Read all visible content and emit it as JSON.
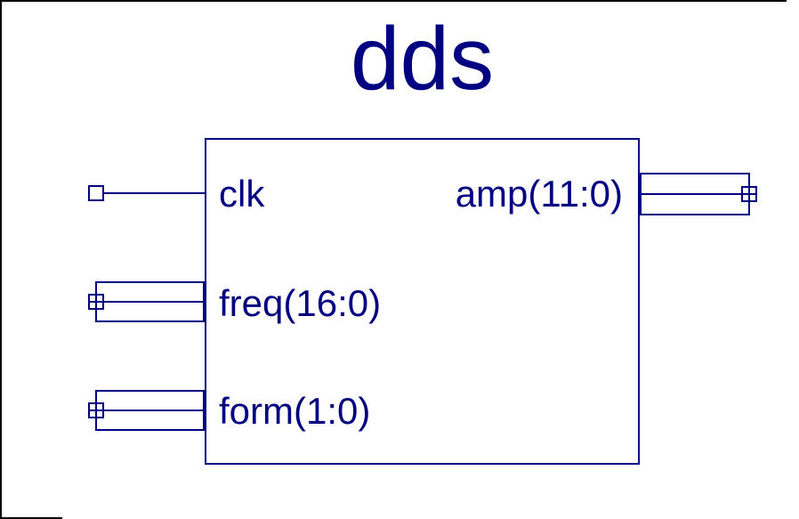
{
  "schematic": {
    "title": "dds",
    "module": {
      "name": "dds",
      "inputs": [
        {
          "label": "clk",
          "type": "wire"
        },
        {
          "label": "freq(16:0)",
          "type": "bus"
        },
        {
          "label": "form(1:0)",
          "type": "bus"
        }
      ],
      "outputs": [
        {
          "label": "amp(11:0)",
          "type": "bus"
        }
      ]
    },
    "colors": {
      "line": "#000080",
      "frame": "#000000",
      "background": "#ffffff"
    }
  }
}
